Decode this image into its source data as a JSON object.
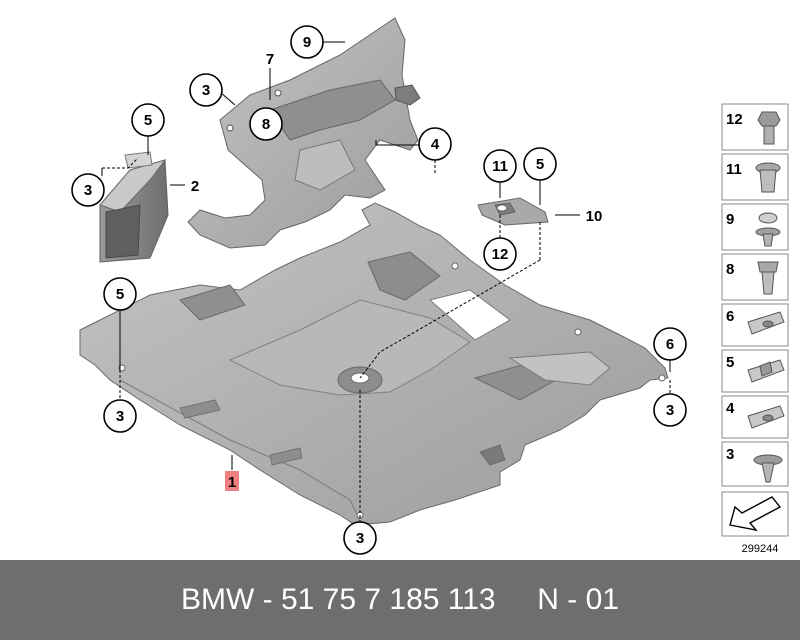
{
  "footer": {
    "text": "BMW - 51 75 7 185 113     N - 01"
  },
  "callouts": {
    "c9": "9",
    "c7": "7",
    "c3a": "3",
    "c8": "8",
    "c5a": "5",
    "c2": "2",
    "c3b": "3",
    "c4": "4",
    "c11": "11",
    "c5b": "5",
    "c10": "10",
    "c12": "12",
    "c5c": "5",
    "c3c": "3",
    "c1": "1",
    "c3d": "3",
    "c6": "6",
    "c3e": "3"
  },
  "legend": {
    "items": [
      {
        "num": "12",
        "part": "bolt-icon"
      },
      {
        "num": "11",
        "part": "grommet-icon"
      },
      {
        "num": "9",
        "part": "expansion-rivet-icon"
      },
      {
        "num": "8",
        "part": "spreader-nut-icon"
      },
      {
        "num": "6",
        "part": "clip-nut-icon"
      },
      {
        "num": "5",
        "part": "spring-nut-icon"
      },
      {
        "num": "4",
        "part": "clip-nut-icon"
      },
      {
        "num": "3",
        "part": "plastic-screw-icon"
      }
    ],
    "arrow": "direction-arrow-icon",
    "reference": "299244"
  },
  "colors": {
    "part_fill": "#a9a9a9",
    "part_dark": "#7d7d7d",
    "part_light": "#cfcfcf",
    "highlight": "#f08080",
    "footer_bg": "#6e6e6e"
  }
}
